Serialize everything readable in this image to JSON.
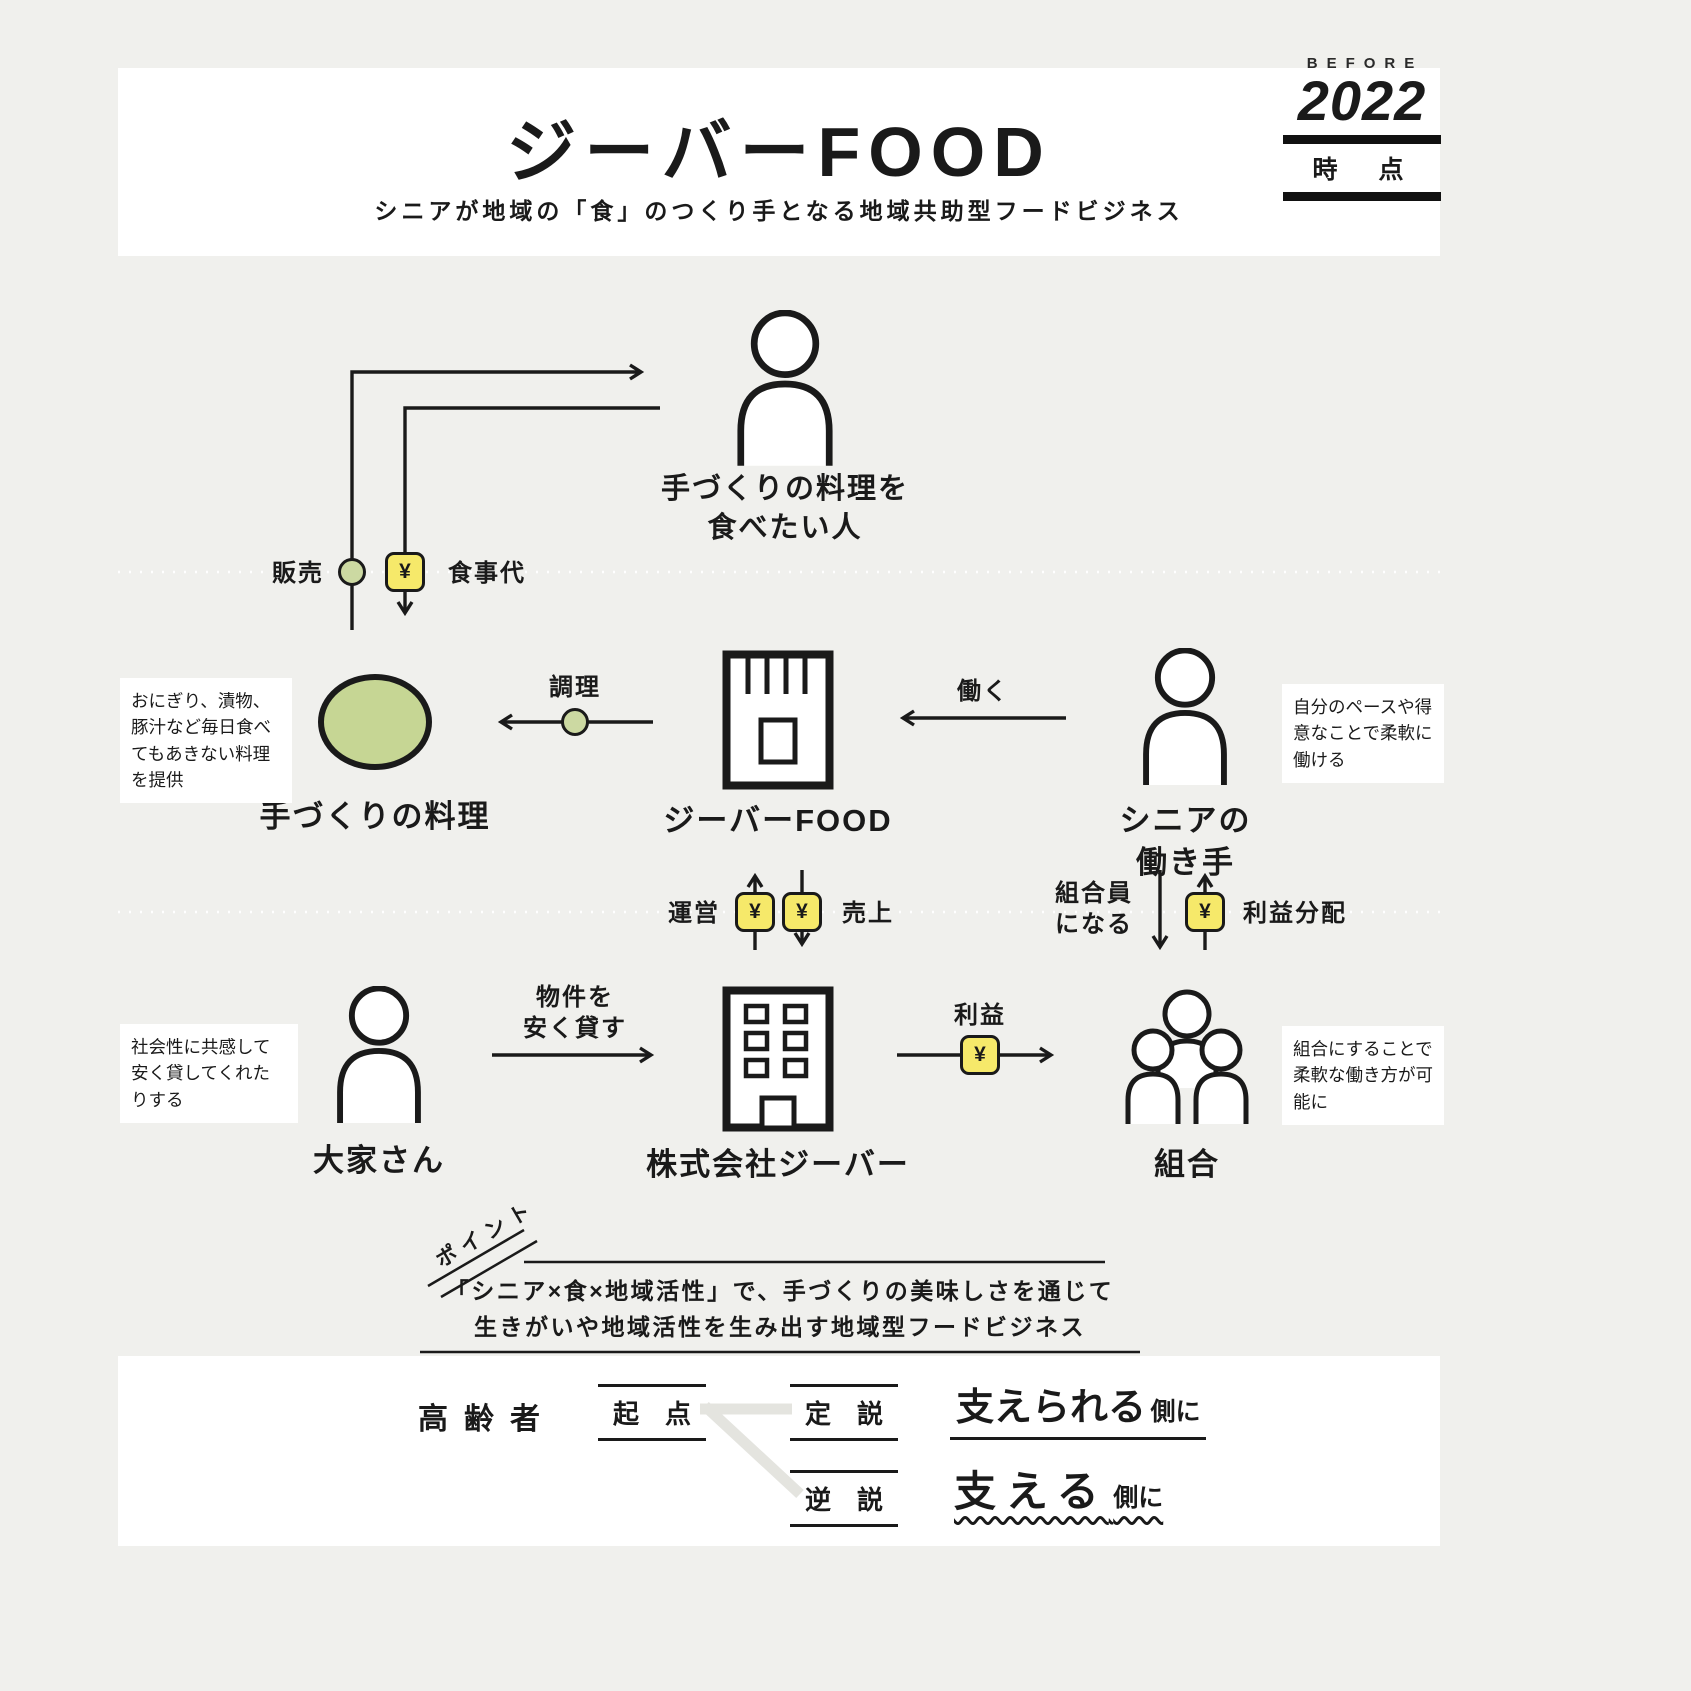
{
  "colors": {
    "background": "#f0f0ed",
    "ink": "#1a1a1a",
    "accent_green": "#c6d694",
    "accent_yellow": "#f6e96a",
    "panel_white": "#ffffff"
  },
  "badge": {
    "before": "BEFORE",
    "year": "2022",
    "time": "時　点"
  },
  "header": {
    "title": "ジーバーFOOD",
    "subtitle": "シニアが地域の「食」のつくり手となる地域共助型フードビジネス"
  },
  "nodes": {
    "eater": {
      "label": "手づくりの料理を\n食べたい人"
    },
    "food": {
      "label": "手づくりの料理",
      "note": "おにぎり、漬物、豚汁など毎日食べてもあきない料理を提供"
    },
    "jeeber_food": {
      "label": "ジーバーFOOD"
    },
    "senior": {
      "label": "シニアの\n働き手",
      "note": "自分のペースや得意なことで柔軟に働ける"
    },
    "landlord": {
      "label": "大家さん",
      "note": "社会性に共感して安く貸してくれたりする"
    },
    "company": {
      "label": "株式会社ジーバー"
    },
    "union": {
      "label": "組合",
      "note": "組合にすることで柔軟な働き方が可能に"
    }
  },
  "edges": {
    "sell": "販売",
    "meal_fee": "食事代",
    "cook": "調理",
    "work": "働く",
    "operate": "運営",
    "sales": "売上",
    "join_union": "組合員\nになる",
    "profit_share": "利益分配",
    "lease": "物件を\n安く貸す",
    "profit": "利益",
    "yen": "¥"
  },
  "point": {
    "label": "ポイント",
    "line1": "「シニア×食×地域活性」で、手づくりの美味しさを通じて",
    "line2": "生きがいや地域活性を生み出す地域型フードビジネス"
  },
  "conclusion": {
    "subject": "高齢者",
    "origin": "起　点",
    "thesis": "定　説",
    "thesis_main": "支えられる",
    "thesis_suffix": "側に",
    "antithesis": "逆　説",
    "antithesis_main": "支える",
    "antithesis_suffix": "側に"
  }
}
